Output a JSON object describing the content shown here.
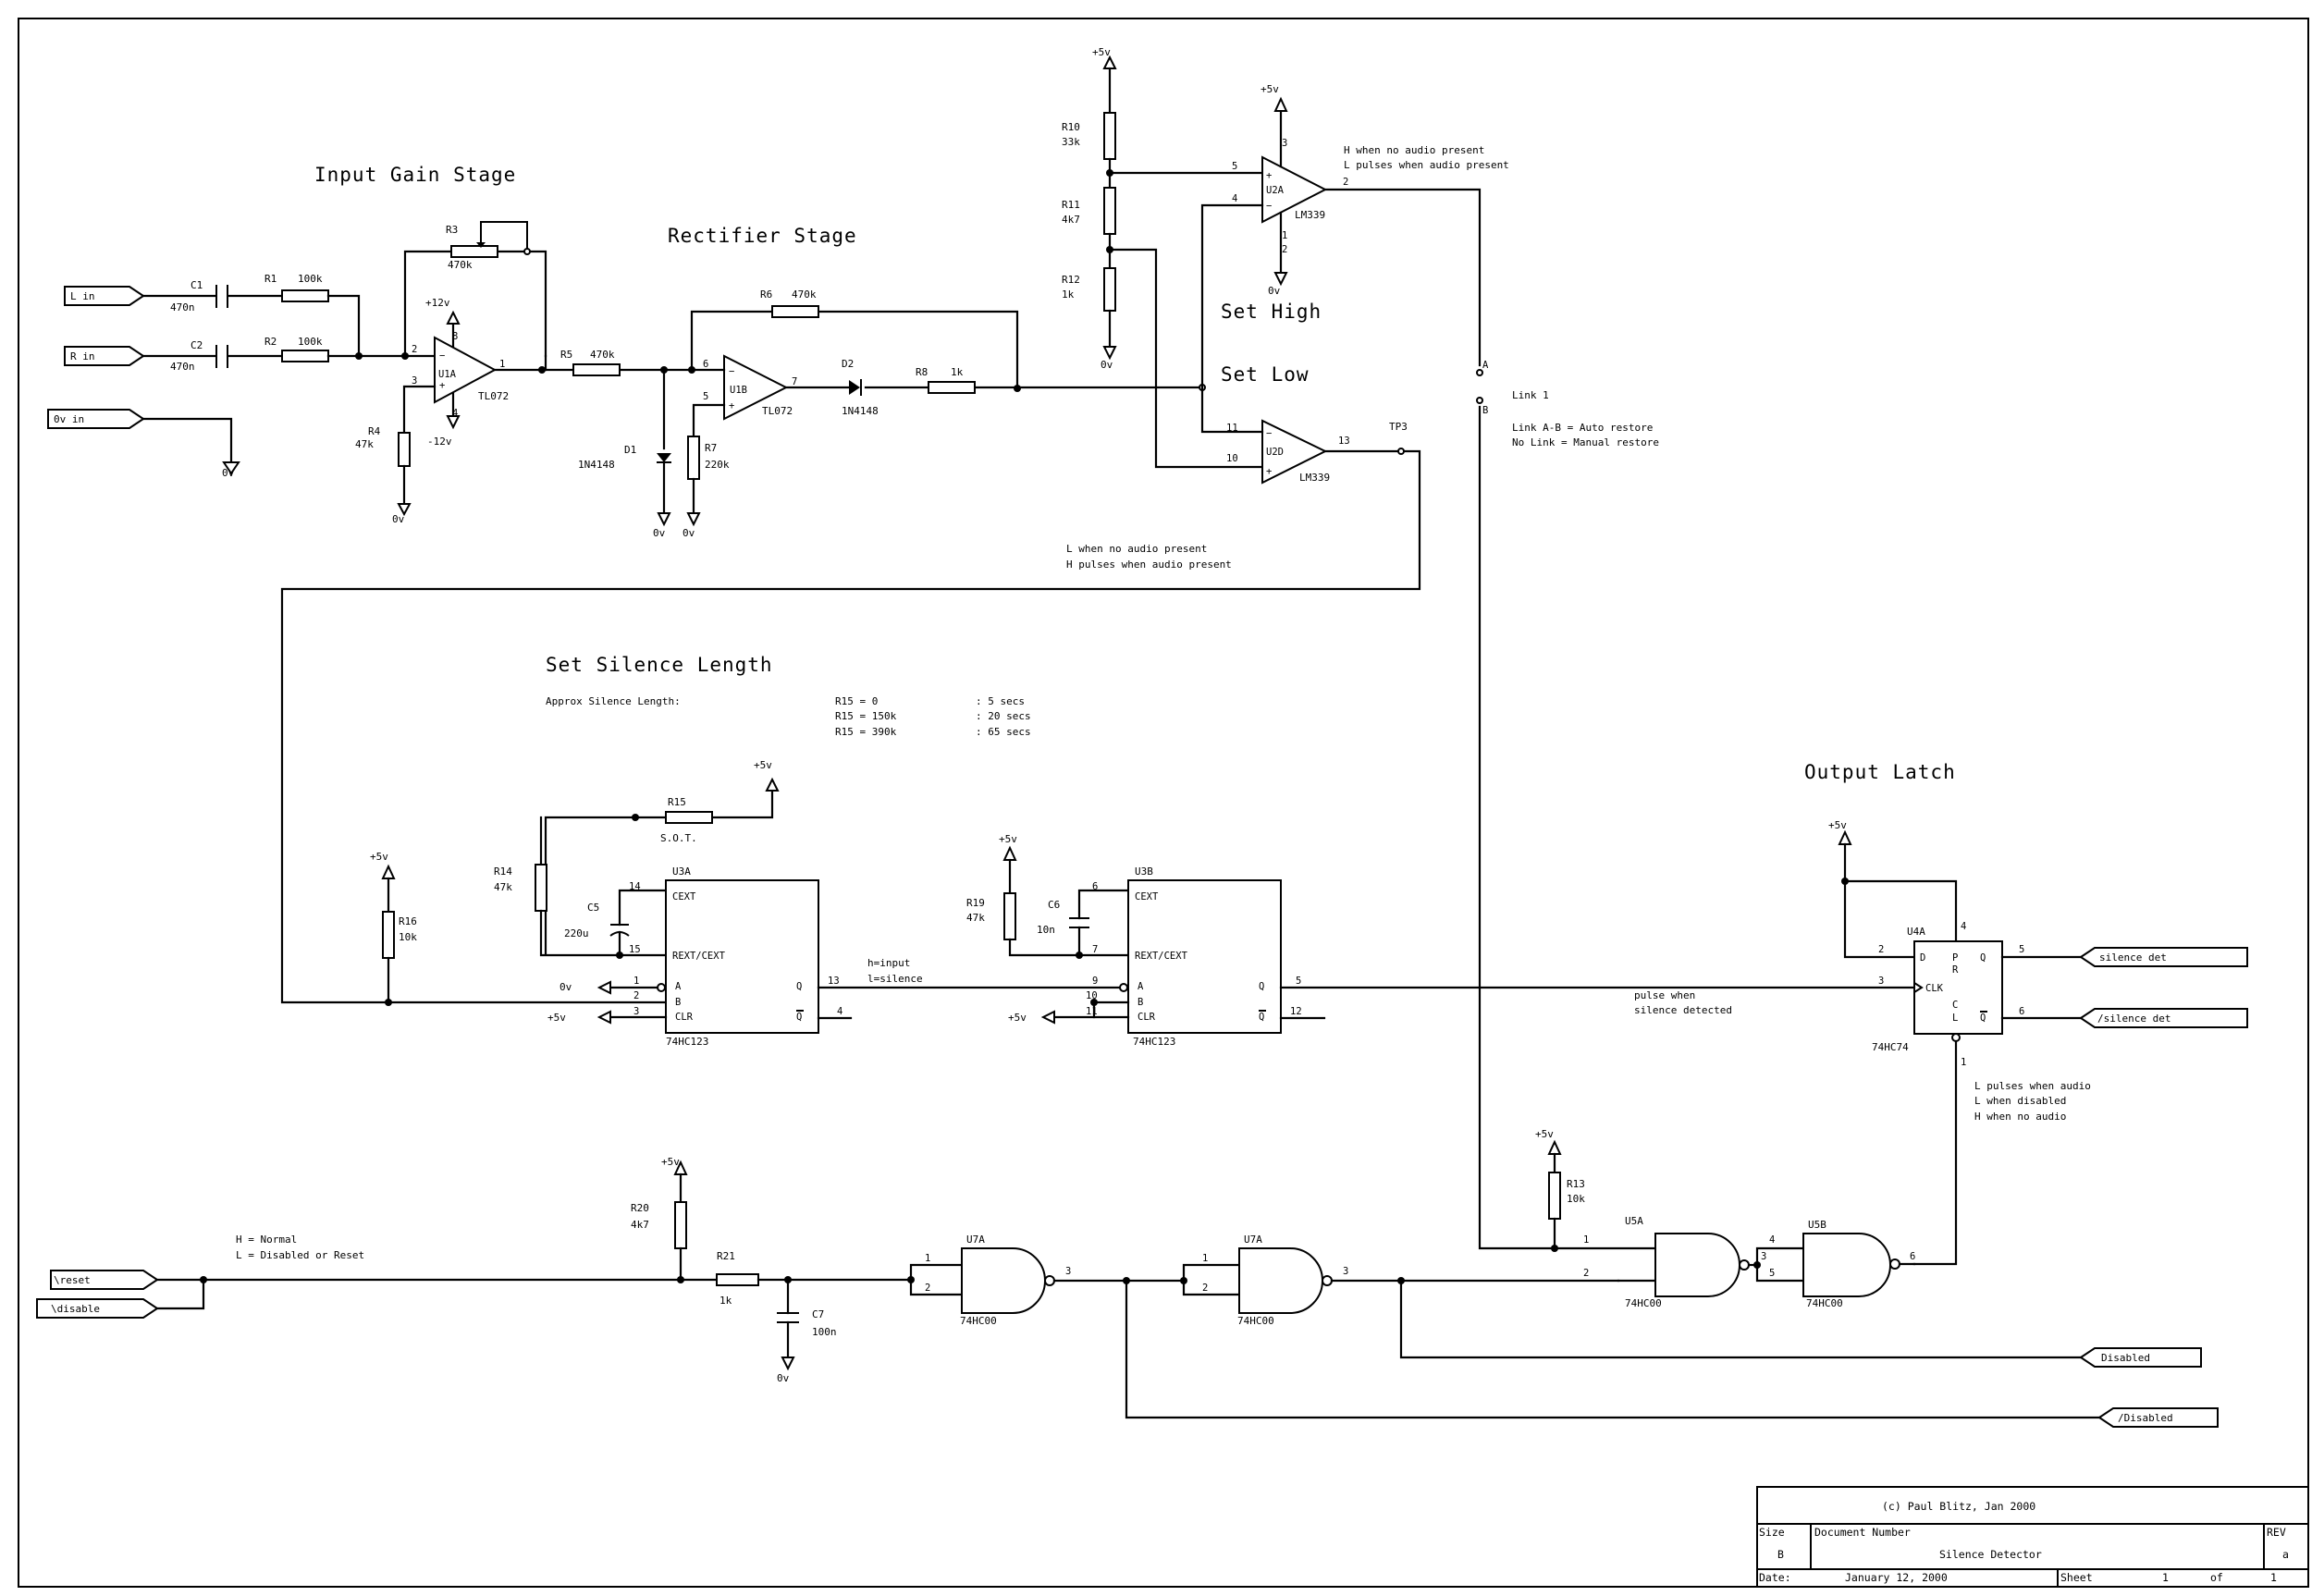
{
  "headings": {
    "input_gain": "Input Gain Stage",
    "rectifier": "Rectifier Stage",
    "set_high": "Set High",
    "set_low": "Set Low",
    "silence_length": "Set Silence Length",
    "output_latch": "Output Latch"
  },
  "ports": {
    "l_in": "L in",
    "r_in": "R in",
    "ov_in": "0v in",
    "reset": "\\reset",
    "disable": "\\disable",
    "silence_det": "silence det",
    "silence_det_n": "/silence det",
    "disabled": "Disabled",
    "disabled_n": "/Disabled"
  },
  "rails": {
    "p5": "+5v",
    "p12": "+12v",
    "m12": "-12v",
    "zero": "0v"
  },
  "components": {
    "c1": "C1",
    "c1_v": "470n",
    "c2": "C2",
    "c2_v": "470n",
    "r1": "R1",
    "r1_v": "100k",
    "r2": "R2",
    "r2_v": "100k",
    "r3": "R3",
    "r3_v": "470k",
    "r4": "R4",
    "r4_v": "47k",
    "r5": "R5",
    "r5_v": "470k",
    "r6": "R6",
    "r6_v": "470k",
    "r7": "R7",
    "r7_v": "220k",
    "r8": "R8",
    "r8_v": "1k",
    "r10": "R10",
    "r10_v": "33k",
    "r11": "R11",
    "r11_v": "4k7",
    "r12": "R12",
    "r12_v": "1k",
    "r13": "R13",
    "r13_v": "10k",
    "r14": "R14",
    "r14_v": "47k",
    "r15": "R15",
    "r15_v": "S.O.T.",
    "r16": "R16",
    "r16_v": "10k",
    "r19": "R19",
    "r19_v": "47k",
    "r20": "R20",
    "r20_v": "4k7",
    "r21": "R21",
    "r21_v": "1k",
    "c5": "C5",
    "c5_v": "220u",
    "c6": "C6",
    "c6_v": "10n",
    "c7": "C7",
    "c7_v": "100n",
    "d1": "D1",
    "d1_v": "1N4148",
    "d2": "D2",
    "d2_v": "1N4148",
    "u1a": "U1A",
    "u1b": "U1B",
    "tl072": "TL072",
    "u2a": "U2A",
    "u2d": "U2D",
    "lm339": "LM339",
    "u3a": "U3A",
    "u3b": "U3B",
    "hc123": "74HC123",
    "u4a": "U4A",
    "hc74": "74HC74",
    "u5a": "U5A",
    "u5b": "U5B",
    "u7a": "U7A",
    "hc00": "74HC00",
    "tp3": "TP3",
    "link_a": "A",
    "link_b": "B"
  },
  "pins_123": {
    "cext": "CEXT",
    "rext": "REXT/CEXT",
    "a": "A",
    "b": "B",
    "clr": "CLR",
    "q": "Q",
    "qn": "Q"
  },
  "pins_74": {
    "d": "D",
    "clk": "CLK",
    "p": "P",
    "r": "R",
    "c": "C",
    "l": "L",
    "q": "Q",
    "qn": "Q"
  },
  "notes": {
    "u2a_line1": "H when no audio present",
    "u2a_line2": "L pulses when audio present",
    "link_title": "Link 1",
    "link_ab": "Link A-B = Auto restore",
    "link_none": "No Link = Manual restore",
    "u2d_line1": "L when no audio present",
    "u2d_line2": "H pulses when audio present",
    "approx": "Approx Silence Length:",
    "r15_row1": "R15 = 0",
    "r15_row1_t": ": 5 secs",
    "r15_row2": "R15 = 150k",
    "r15_row2_t": ": 20 secs",
    "r15_row3": "R15 = 390k",
    "r15_row3_t": ": 65 secs",
    "hwinput": "h=input",
    "lsilence": "l=silence",
    "pulse1": "pulse when",
    "pulse2": "silence detected",
    "latch1": "L pulses when audio",
    "latch2": "L when disabled",
    "latch3": "H when no audio",
    "reset1": "H = Normal",
    "reset2": "L = Disabled or Reset"
  },
  "title_block": {
    "copyright": "(c) Paul Blitz, Jan 2000",
    "size_label": "Size",
    "size": "B",
    "docnum_label": "Document Number",
    "title": "Silence Detector",
    "rev_label": "REV",
    "rev": "a",
    "date_label": "Date:",
    "date": "January 12, 2000",
    "sheet_label": "Sheet",
    "sheet": "1",
    "of_label": "of",
    "of": "1"
  }
}
